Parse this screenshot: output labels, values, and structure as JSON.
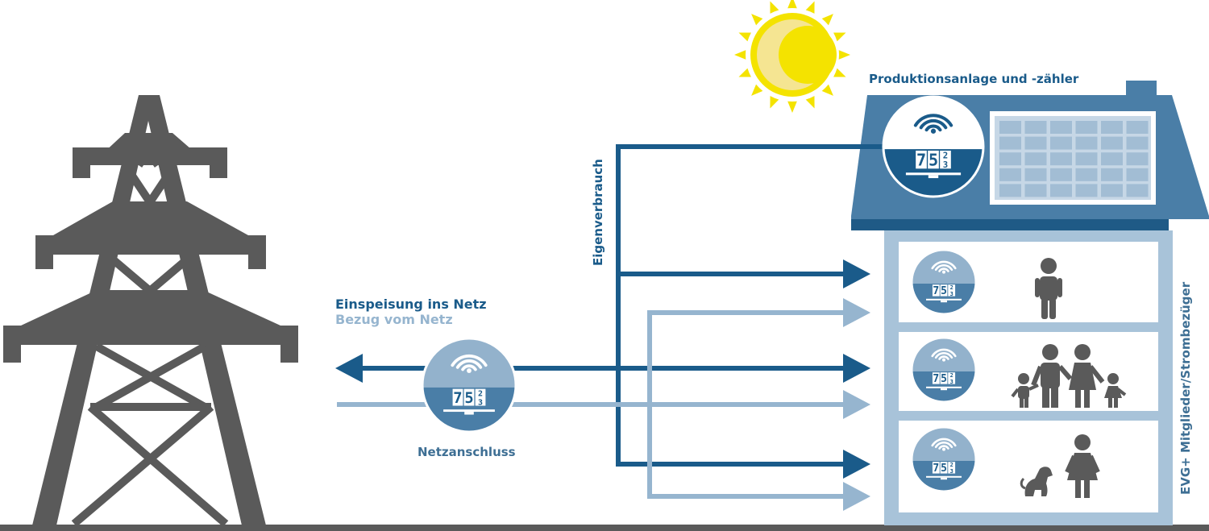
{
  "labels": {
    "production": "Produktionsanlage und -zähler",
    "self_consumption": "Eigenverbrauch",
    "feed_in": "Einspeisung ins Netz",
    "grid_draw": "Bezug vom Netz",
    "grid_connection": "Netzanschluss",
    "members": "EVG+ Mitglieder/Strombezüger"
  },
  "meter_reading": {
    "d1": "7",
    "d2": "5",
    "d3a": "2",
    "d3b": "3"
  },
  "colors": {
    "dark_blue": "#1a5b8a",
    "light_blue": "#96b5cf",
    "roof_blue": "#4a7ea7",
    "pylon_gray": "#5a5a5a",
    "sun_yellow": "#f4e300"
  },
  "icons": [
    "pylon-icon",
    "sun-icon",
    "solar-panel-icon",
    "wifi-icon",
    "person-icon",
    "family-icon",
    "dog-icon",
    "meter-icon"
  ]
}
